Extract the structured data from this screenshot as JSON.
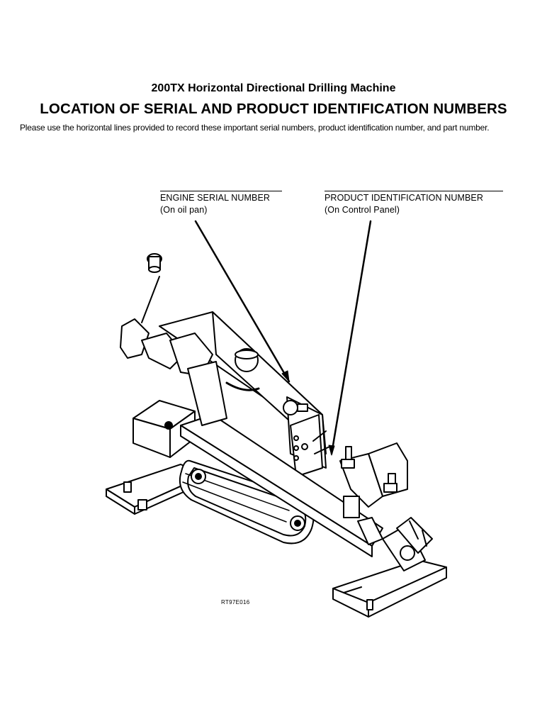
{
  "header": {
    "subtitle": "200TX Horizontal Directional Drilling Machine",
    "title": "LOCATION OF SERIAL AND PRODUCT IDENTIFICATION NUMBERS"
  },
  "instructions": "Please use the horizontal lines provided to record these important serial numbers, product identification number, and part number.",
  "fields": {
    "engine": {
      "label": "ENGINE SERIAL NUMBER",
      "location": "(On oil pan)"
    },
    "product": {
      "label": "PRODUCT IDENTIFICATION NUMBER",
      "location": "(On Control Panel)"
    }
  },
  "figure": {
    "code": "RT97E016"
  }
}
